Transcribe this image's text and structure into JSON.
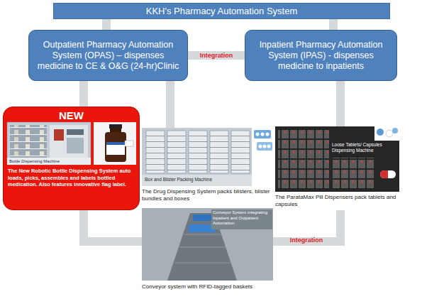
{
  "diagram": {
    "nodes": [
      {
        "text": [
          "KKH's Pharmacy Automation System"
        ]
      },
      {
        "text": [
          "Outpatient Pharmacy Automation System (OPAS) – dispenses medicine to CE & O&G (24-hr)Clinic"
        ]
      },
      {
        "text": [
          "Inpatient Pharmacy Automation System (IPAS) - dispenses medicine to inpatients"
        ]
      },
      {
        "text": [
          "NEW",
          "The New Robotic Bottle Dispensing System auto loads, picks, assembles and labels bottled medication. Also features innovative flag label."
        ]
      },
      {
        "text": [
          "Box and Blister Packing Machine",
          "The Drug Dispensing System packs blisters, blister bundles and boxes"
        ]
      },
      {
        "text": [
          "Loose Tablets/ Capsules Dispensing Machine",
          "The ParataMax Pill Dispensers pack tablets and capsules"
        ]
      },
      {
        "text": [
          "Conveyor System integrating Inpatient and Outpatient Automation",
          "Conveyor system with RFID-tagged baskets"
        ]
      }
    ],
    "edges": [
      {
        "from": 0,
        "to": 1,
        "arrow": "none"
      },
      {
        "from": 0,
        "to": 2,
        "arrow": "none"
      },
      {
        "from": 1,
        "to": 2,
        "label": "Integration",
        "arrow": "none"
      },
      {
        "from": 1,
        "to": 6,
        "arrow": "none"
      },
      {
        "from": 1,
        "to": 4,
        "arrow": "none"
      },
      {
        "from": 2,
        "to": 5,
        "arrow": "none"
      },
      {
        "from": 6,
        "to": 5,
        "label": "Integration",
        "arrow": "none"
      }
    ],
    "labels": [
      "Bottle Dispensing Machine"
    ]
  }
}
